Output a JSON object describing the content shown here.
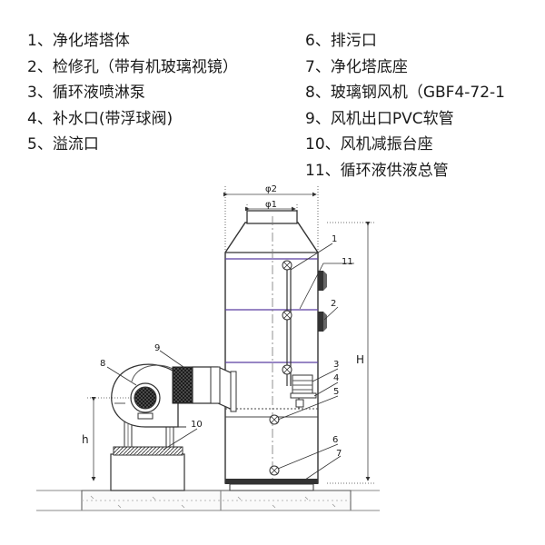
{
  "legend": {
    "left": [
      "1、净化塔塔体",
      "2、检修孔（带有机玻璃视镜）",
      "3、循环液喷淋泵",
      "4、补水口(带浮球阀)",
      "5、溢流口"
    ],
    "right": [
      "6、排污口",
      "7、净化塔底座",
      "8、玻璃钢风机（GBF4-72-1",
      "9、风机出口PVC软管",
      "10、风机减振台座",
      "11、循环液供液总管"
    ]
  },
  "callouts": [
    "1",
    "11",
    "2",
    "3",
    "4",
    "5",
    "6",
    "7",
    "8",
    "9",
    "10"
  ],
  "dimensions": {
    "phi2": "φ2",
    "phi1": "φ1",
    "H": "H",
    "h": "h"
  }
}
